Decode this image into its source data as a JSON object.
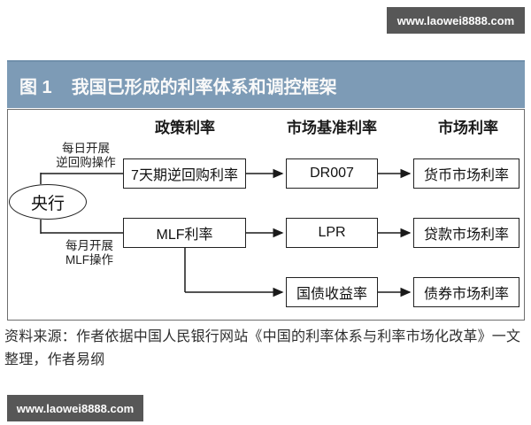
{
  "watermark_top": "www.laowei8888.com",
  "watermark_bottom": "www.laowei8888.com",
  "figure": {
    "label": "图 1",
    "title": "我国已形成的利率体系和调控框架"
  },
  "diagram": {
    "column_headers": [
      "政策利率",
      "市场基准利率",
      "市场利率"
    ],
    "central_bank": "央行",
    "annotations": {
      "daily": [
        "每日开展",
        "逆回购操作"
      ],
      "monthly": [
        "每月开展",
        "MLF操作"
      ]
    },
    "nodes": {
      "row1": [
        "7天期逆回购利率",
        "DR007",
        "货币市场利率"
      ],
      "row2": [
        "MLF利率",
        "LPR",
        "贷款市场利率"
      ],
      "row3": [
        "国债收益率",
        "债券市场利率"
      ]
    }
  },
  "source_note": {
    "line1": "资料来源：作者依据中国人民银行网站《中国的利率体系与利率市场化改革》一文",
    "line2": "整理，作者易纲"
  },
  "colors": {
    "header_bg": "#7d9bb6",
    "watermark_bg": "#575757",
    "line_color": "#1a1a1a"
  }
}
